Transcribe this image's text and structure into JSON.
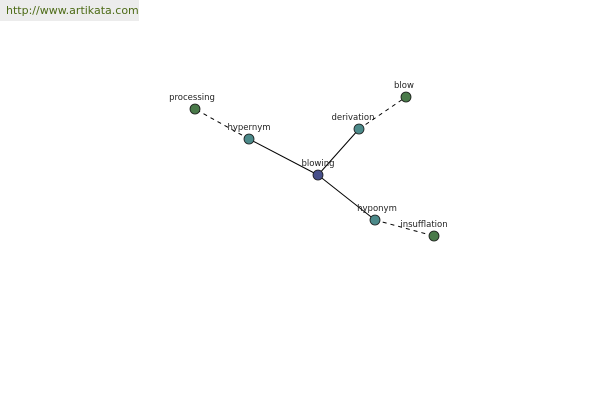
{
  "watermark": {
    "text": "http://www.artikata.com"
  },
  "graph": {
    "center": "blowing",
    "nodes": [
      {
        "id": "blowing",
        "label": "blowing",
        "kind": "center"
      },
      {
        "id": "hypernym",
        "label": "hypernym",
        "kind": "relation"
      },
      {
        "id": "processing",
        "label": "processing",
        "kind": "term"
      },
      {
        "id": "derivation",
        "label": "derivation",
        "kind": "relation"
      },
      {
        "id": "blow",
        "label": "blow",
        "kind": "term"
      },
      {
        "id": "hyponym",
        "label": "hyponym",
        "kind": "relation"
      },
      {
        "id": "insufflation",
        "label": "insufflation",
        "kind": "term"
      }
    ],
    "edges": [
      {
        "from": "blowing",
        "to": "hypernym",
        "style": "solid"
      },
      {
        "from": "blowing",
        "to": "derivation",
        "style": "solid"
      },
      {
        "from": "blowing",
        "to": "hyponym",
        "style": "solid"
      },
      {
        "from": "hypernym",
        "to": "processing",
        "style": "dashed"
      },
      {
        "from": "derivation",
        "to": "blow",
        "style": "dashed"
      },
      {
        "from": "hyponym",
        "to": "insufflation",
        "style": "dashed"
      }
    ]
  },
  "colors": {
    "center": "#474f8a",
    "relation": "#4c8a8a",
    "term": "#4a7a4a",
    "edge": "#000000",
    "watermark_text": "#4d6b16",
    "watermark_bg": "#ececec"
  }
}
